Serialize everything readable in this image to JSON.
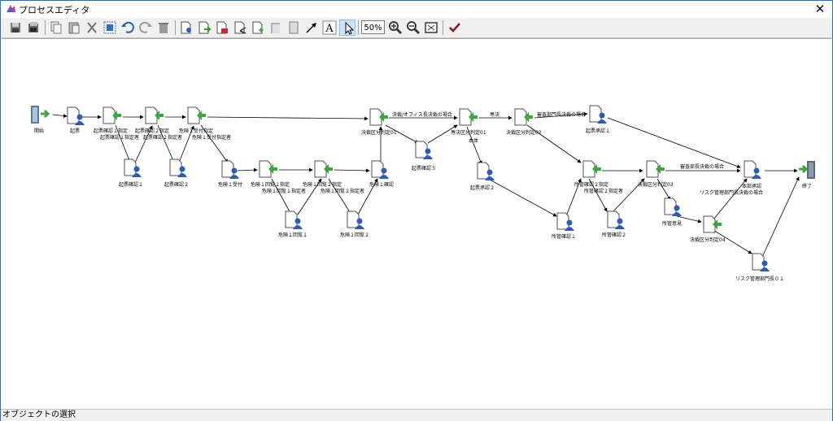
{
  "window": {
    "title": "プロセスエディタ",
    "close_symbol": "✕"
  },
  "toolbar": {
    "zoom": "50%"
  },
  "statusbar": {
    "text": "オブジェクトの選択"
  },
  "nodes": {
    "start": "開始",
    "n1": "起票",
    "n2": "起票確認１指定",
    "n3": "起票確認２指定",
    "n4": "危険１受付指定",
    "n5": "起票確認１",
    "n6": "起票確認２",
    "n7": "危険１受付",
    "n8": "危険１回覧１指定",
    "n9": "危険１回覧２指定",
    "n10": "危険１回覧１",
    "n11": "危険１回覧２",
    "n12": "危険１確認",
    "n13": "決裁区分判定01",
    "n14": "起票確認３",
    "n15": "専決区分判定01",
    "n16": "起票承認２",
    "n17": "決裁区分判定02",
    "n18": "起票承認１",
    "n19": "所管確認２指定",
    "n20": "所管確認１",
    "n21": "所管確認２",
    "n22": "決裁区分判定03",
    "n23": "所管意見",
    "n24": "決裁区分判定04",
    "n25": "本部承認",
    "n26": "リスク管理部門長０１",
    "end": "終了"
  },
  "sub_labels": {
    "n2": "起票確認１指定者",
    "n3": "起票確認２指定者",
    "n4": "危険１受付指定者",
    "n8": "危険１回覧１指定者",
    "n9": "危険１回覧２指定者",
    "n19": "所管確認２指定者",
    "n25": "リスク管理部門長決裁の場合"
  },
  "edges": {
    "office": "決裁/オフィス長決裁の場合",
    "senketsu": "専決",
    "hontai": "本体",
    "shinsa": "審査部門長決裁の場合",
    "honbu": "審査部長決裁の場合"
  }
}
